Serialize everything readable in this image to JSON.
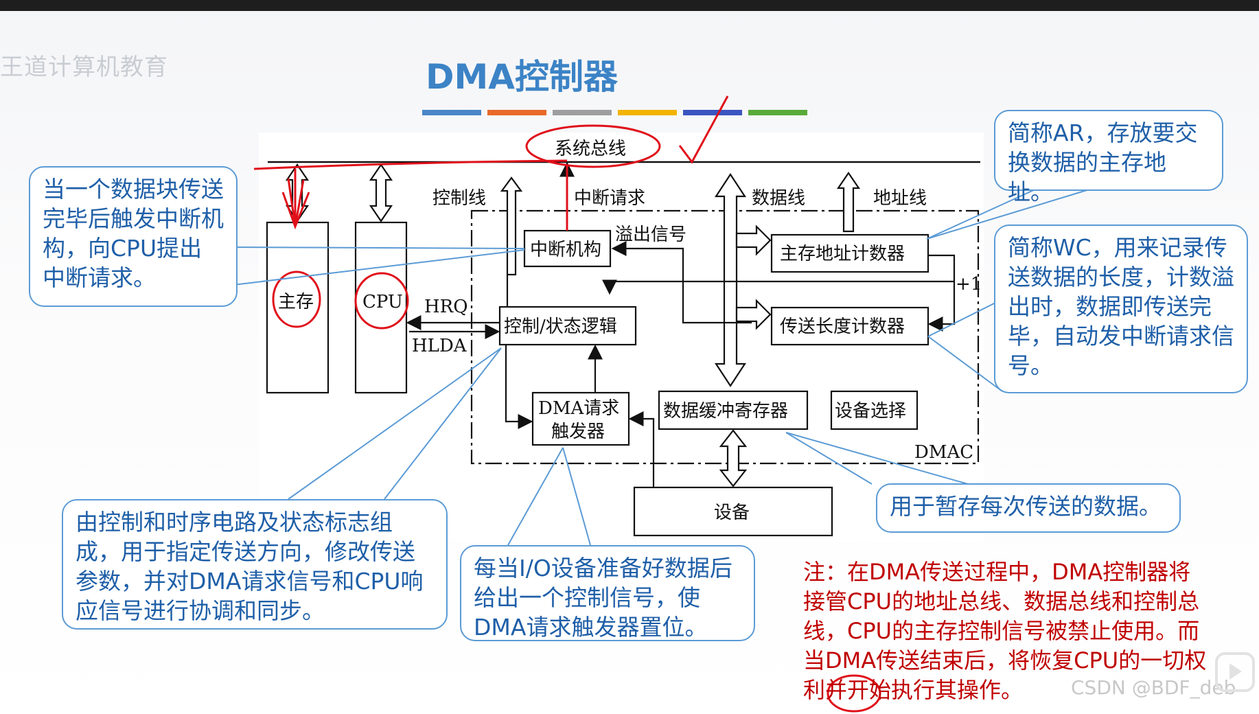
{
  "watermark": "王道计算机教育",
  "title": "DMA控制器",
  "color_bar": [
    "#4a86c8",
    "#e8692a",
    "#9e9e9e",
    "#f2b400",
    "#3a55c0",
    "#5aaa3a"
  ],
  "diagram": {
    "system_bus": "系统总线",
    "control_line": "控制线",
    "interrupt_request": "中断请求",
    "data_line": "数据线",
    "address_line": "地址线",
    "overflow_signal": "溢出信号",
    "interrupt_unit": "中断机构",
    "main_memory": "主存",
    "cpu": "CPU",
    "hrq": "HRQ",
    "hlda": "HLDA",
    "control_logic": "控制/状态逻辑",
    "address_counter": "主存地址计数器",
    "length_counter": "传送长度计数器",
    "plus_one": "+1",
    "dma_trigger_line1": "DMA请求",
    "dma_trigger_line2": "触发器",
    "data_buffer": "数据缓冲寄存器",
    "device_select": "设备选择",
    "dmac": "DMAC",
    "device": "设备"
  },
  "callouts": {
    "interrupt": "当一个数据块传送完毕后触发中断机构，向CPU提出中断请求。",
    "ar": "简称AR，存放要交换数据的主存地址。",
    "wc": "简称WC，用来记录传送数据的长度，计数溢出时，数据即传送完毕，自动发中断请求信号。",
    "buffer": "用于暂存每次传送的数据。",
    "control_logic": "由控制和时序电路及状态标志组成，用于指定传送方向，修改传送参数，并对DMA请求信号和CPU响应信号进行协调和同步。",
    "trigger": "每当I/O设备准备好数据后给出一个控制信号，使DMA请求触发器置位。"
  },
  "note": "注：在DMA传送过程中，DMA控制器将接管CPU的地址总线、数据总线和控制总线，CPU的主存控制信号被禁止使用。而当DMA传送结束后，将恢复CPU的一切权利并开始执行其操作。",
  "csdn_watermark": "CSDN @BDF_deb"
}
